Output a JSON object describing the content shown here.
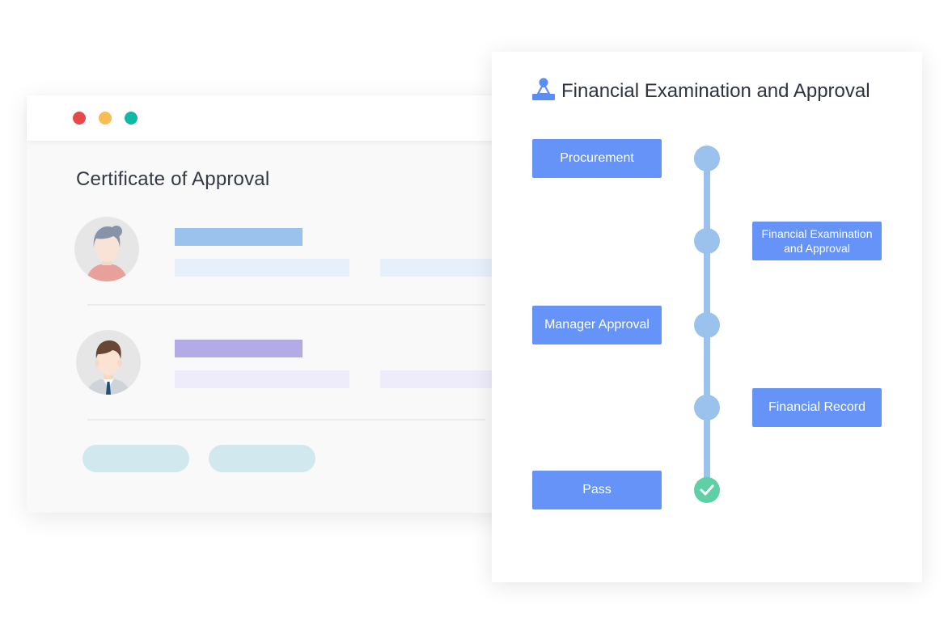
{
  "colors": {
    "dot_red": "#e94848",
    "dot_yellow": "#fbbc55",
    "dot_teal": "#10b8a5",
    "step_blue": "#6693f8",
    "timeline_blue": "#9ac2ec",
    "done_green": "#5fd0a6",
    "bar_blue": "#9ac2ec",
    "line_blue": "#e6f0fb",
    "bar_purple": "#b3abe6",
    "line_purple": "#eeebfb",
    "pill": "#d2e8ef"
  },
  "certificate": {
    "title": "Certificate of Approval",
    "entries": [
      {
        "avatar": "woman-avatar-icon"
      },
      {
        "avatar": "man-avatar-icon"
      }
    ]
  },
  "flow": {
    "title": "Financial Examination and Approval",
    "icon": "user-stamp-icon",
    "steps": [
      {
        "label": "Procurement",
        "side": "left",
        "status": "pending"
      },
      {
        "label": "Financial Examination and Approval",
        "side": "right",
        "status": "pending"
      },
      {
        "label": "Manager Approval",
        "side": "left",
        "status": "pending"
      },
      {
        "label": "Financial Record",
        "side": "right",
        "status": "pending"
      },
      {
        "label": "Pass",
        "side": "left",
        "status": "done"
      }
    ]
  }
}
